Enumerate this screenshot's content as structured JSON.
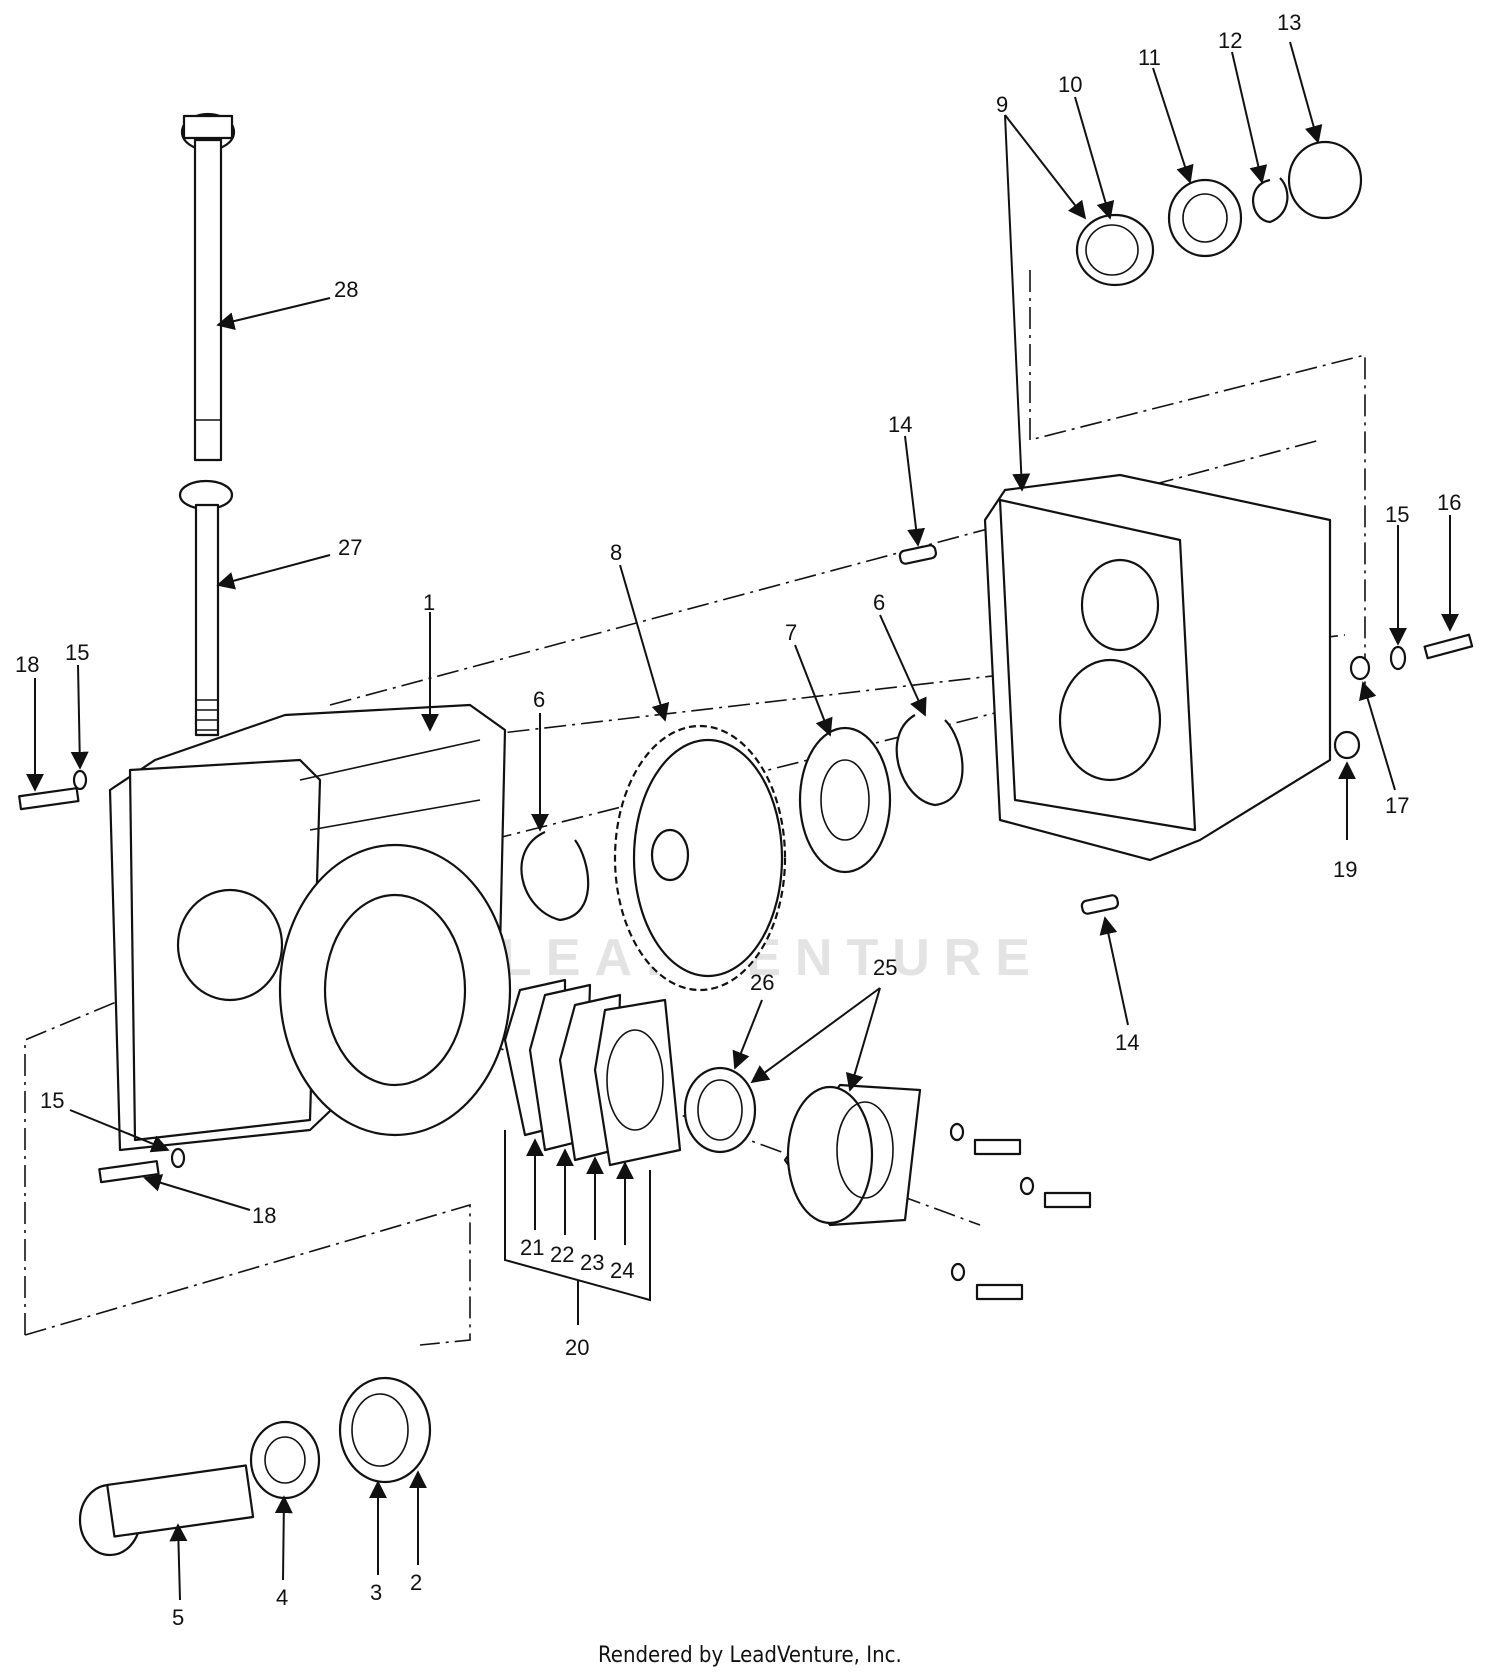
{
  "watermark": "LEADVENTURE",
  "footer": "Rendered by LeadVenture, Inc.",
  "callouts": [
    "1",
    "2",
    "3",
    "4",
    "5",
    "6",
    "6",
    "7",
    "8",
    "9",
    "10",
    "11",
    "12",
    "13",
    "14",
    "14",
    "15",
    "15",
    "15",
    "16",
    "17",
    "18",
    "18",
    "19",
    "20",
    "21",
    "22",
    "23",
    "24",
    "25",
    "26",
    "27",
    "28"
  ]
}
